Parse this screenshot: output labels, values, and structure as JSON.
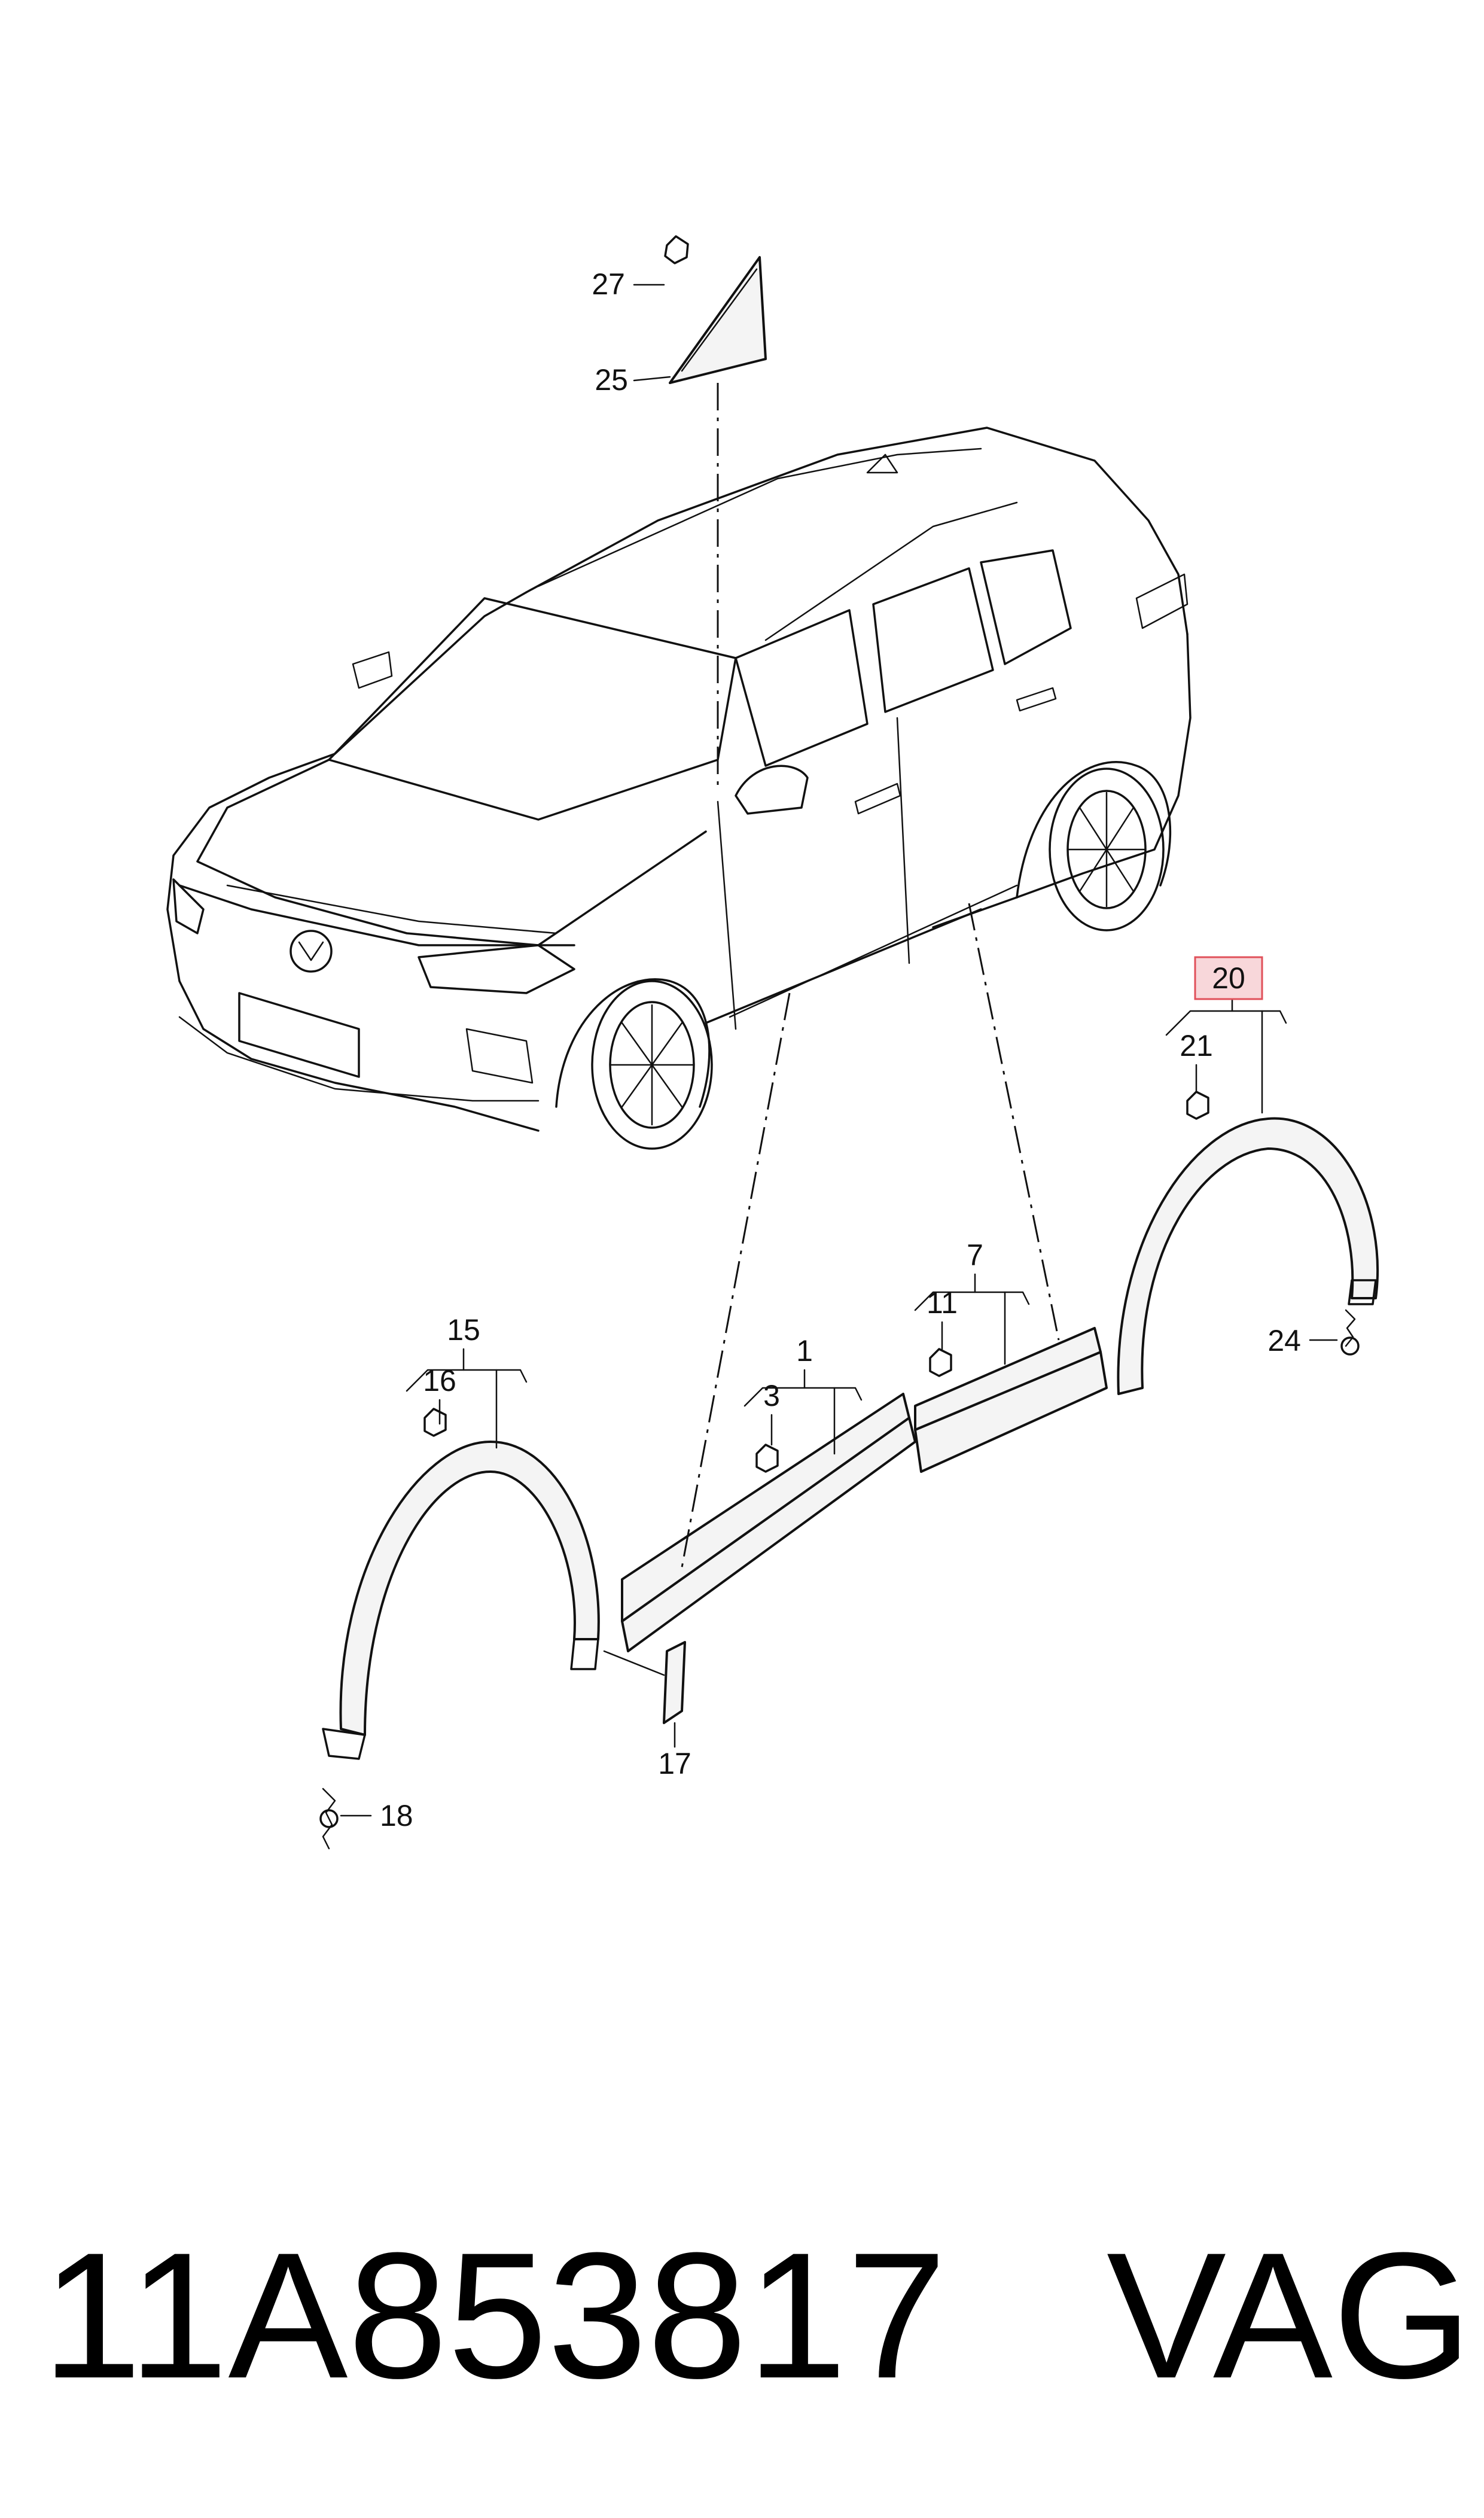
{
  "callouts": {
    "p27": "27",
    "p25": "25",
    "p20": "20",
    "p21": "21",
    "p24": "24",
    "p7": "7",
    "p11": "11",
    "p1": "1",
    "p3": "3",
    "p15": "15",
    "p16": "16",
    "p17": "17",
    "p18": "18"
  },
  "highlight": {
    "callout": "20",
    "color": "#e0505a",
    "fill": "#f8d7da"
  },
  "footer": {
    "part_number": "11A853817",
    "brand": "VAG"
  }
}
